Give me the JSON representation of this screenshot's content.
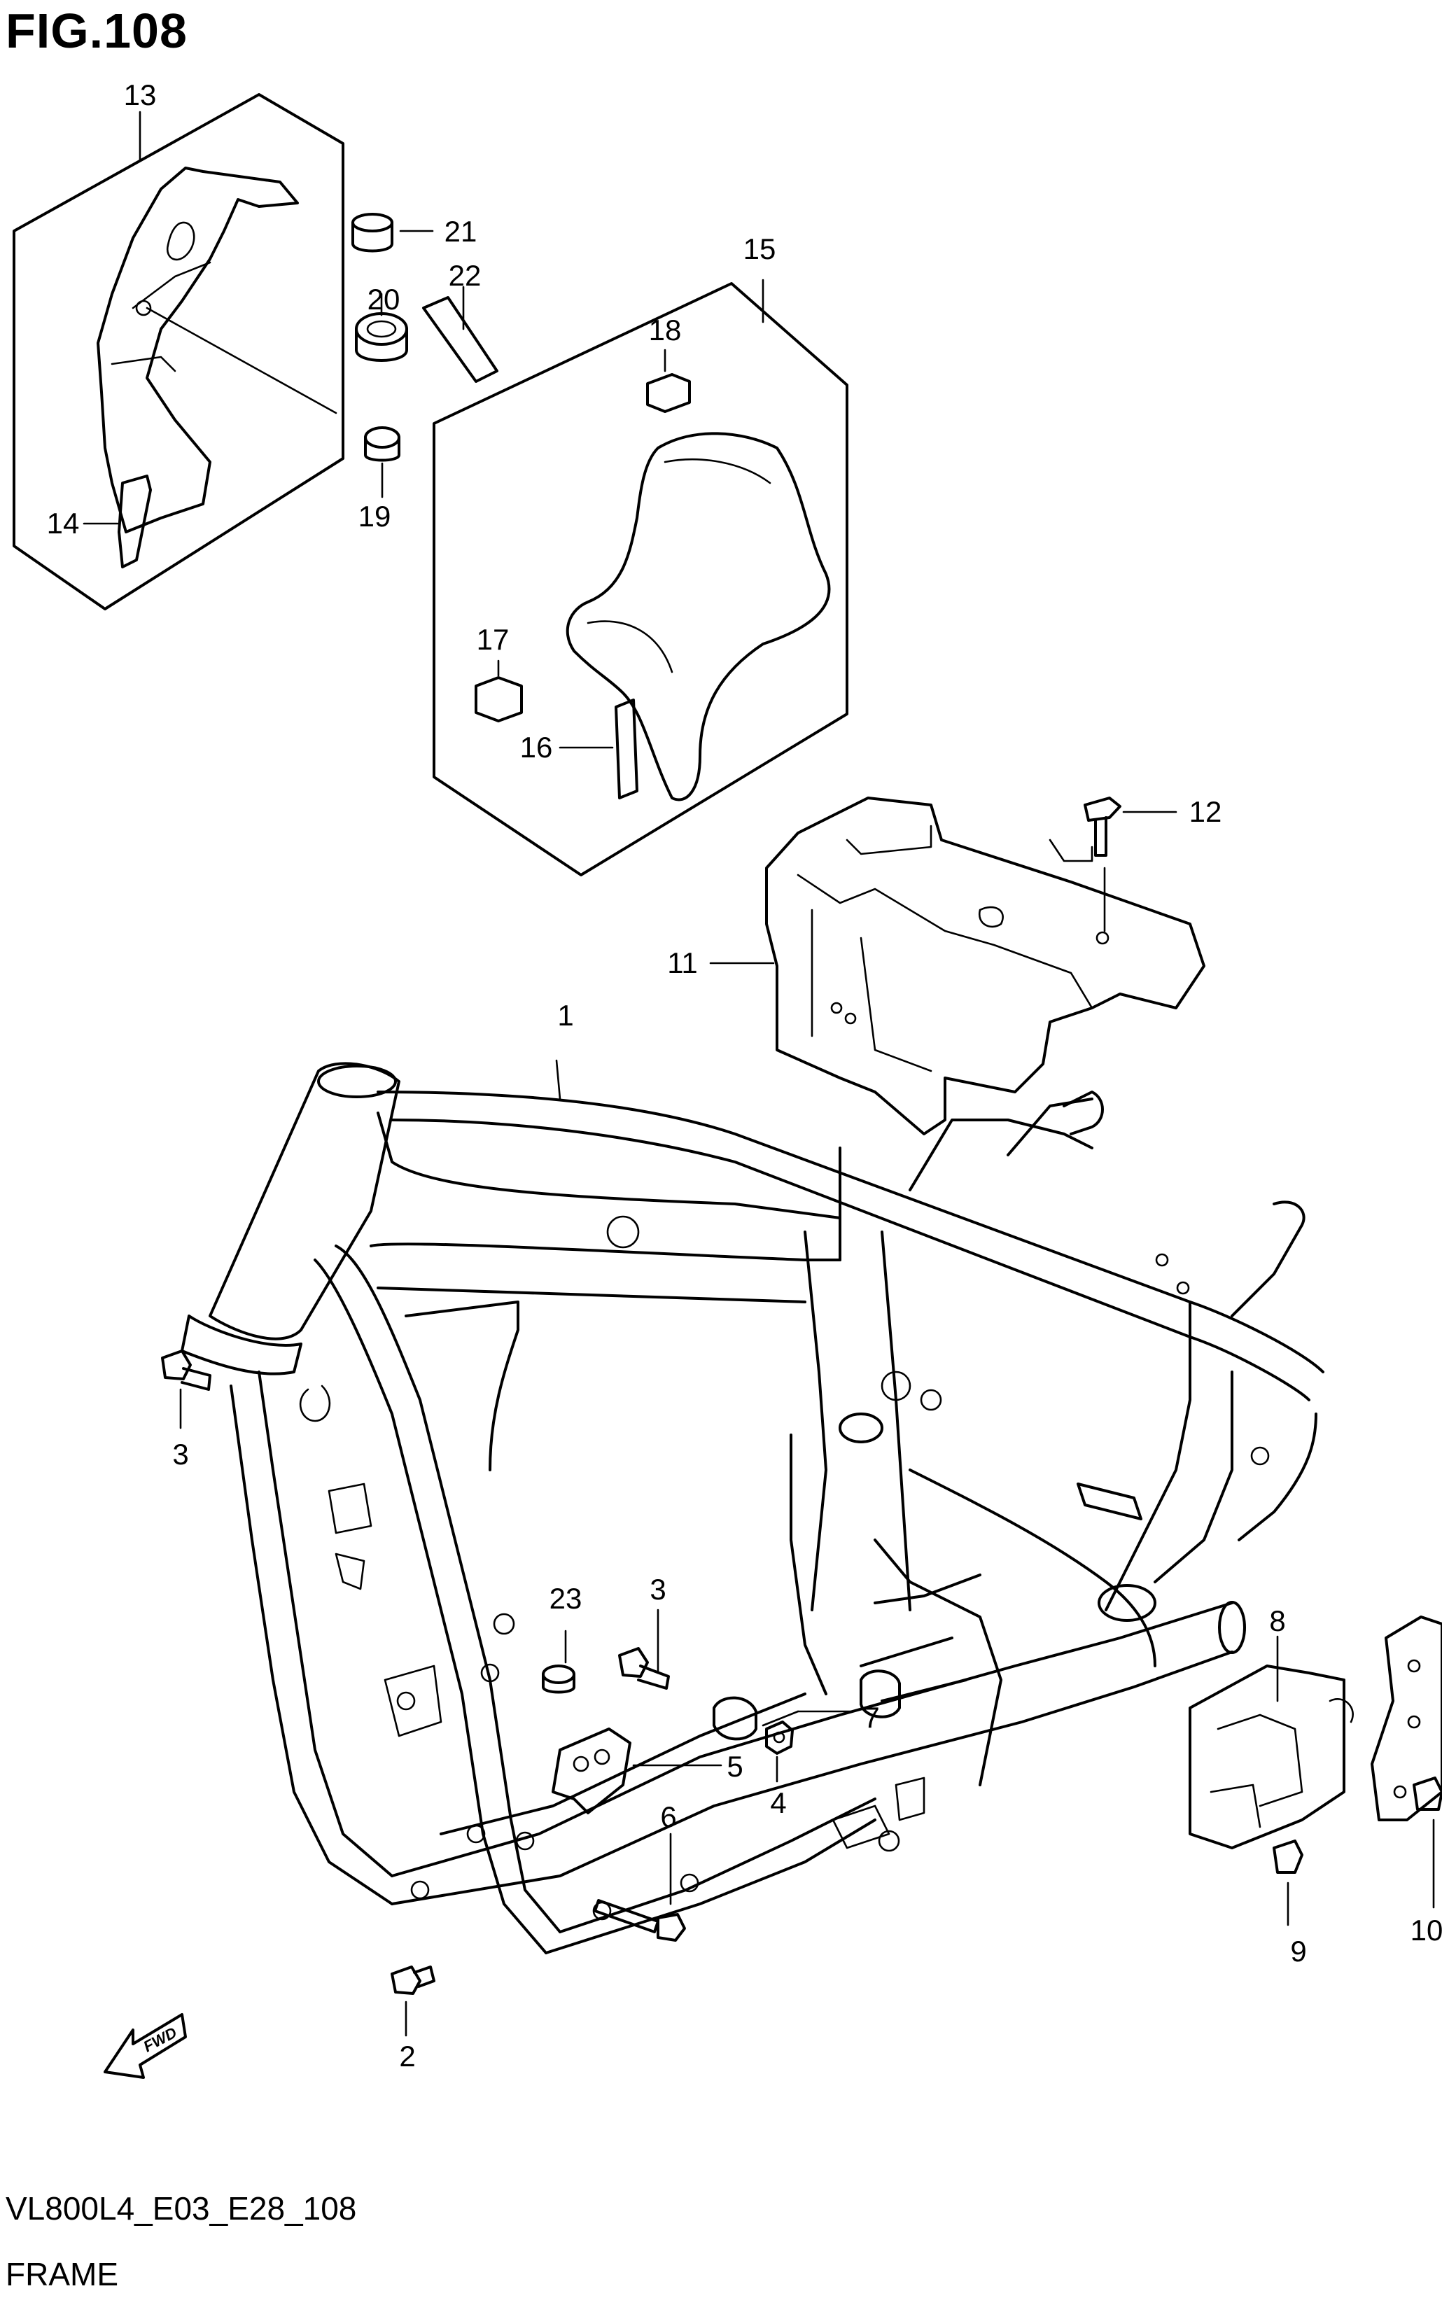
{
  "figure": {
    "title": "FIG.108",
    "code": "VL800L4_E03_E28_108",
    "name": "FRAME",
    "fwd_label": "FWD"
  },
  "callouts": [
    "1",
    "2",
    "3",
    "3",
    "4",
    "5",
    "6",
    "7",
    "8",
    "9",
    "10",
    "11",
    "12",
    "13",
    "14",
    "15",
    "16",
    "17",
    "18",
    "19",
    "20",
    "21",
    "22",
    "23"
  ]
}
